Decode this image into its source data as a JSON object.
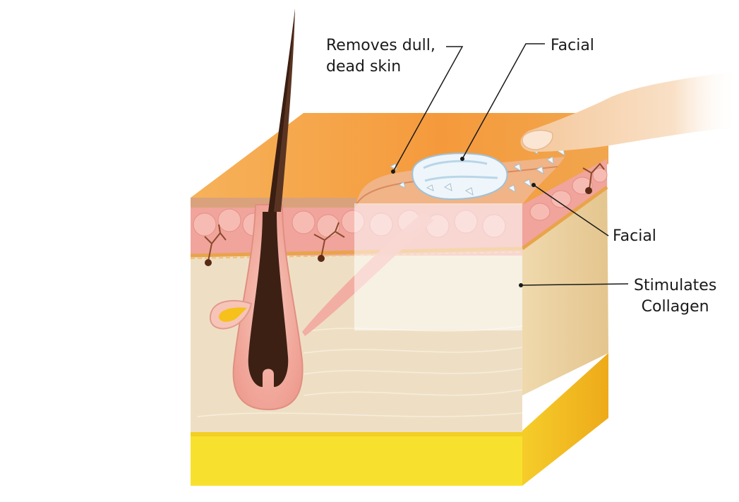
{
  "diagram": {
    "labels": {
      "removes_dead_skin": {
        "line1": "Removes dull,",
        "line2": "dead skin"
      },
      "facial_top": "Facial",
      "facial_right": "Facial",
      "stimulates_collagen": {
        "line1": "Stimulates",
        "line2": "Collagen"
      }
    },
    "colors": {
      "top_surface": "#f5a04a",
      "epidermis_pink": "#f2a7a0",
      "dermis": "#ecdcc0",
      "fat_layer": "#f7dd2c",
      "right_face": "#e9d2a6",
      "hair": "#3a2015",
      "follicle": "#f3b3a8",
      "leader_line": "#1a1a1a"
    }
  }
}
